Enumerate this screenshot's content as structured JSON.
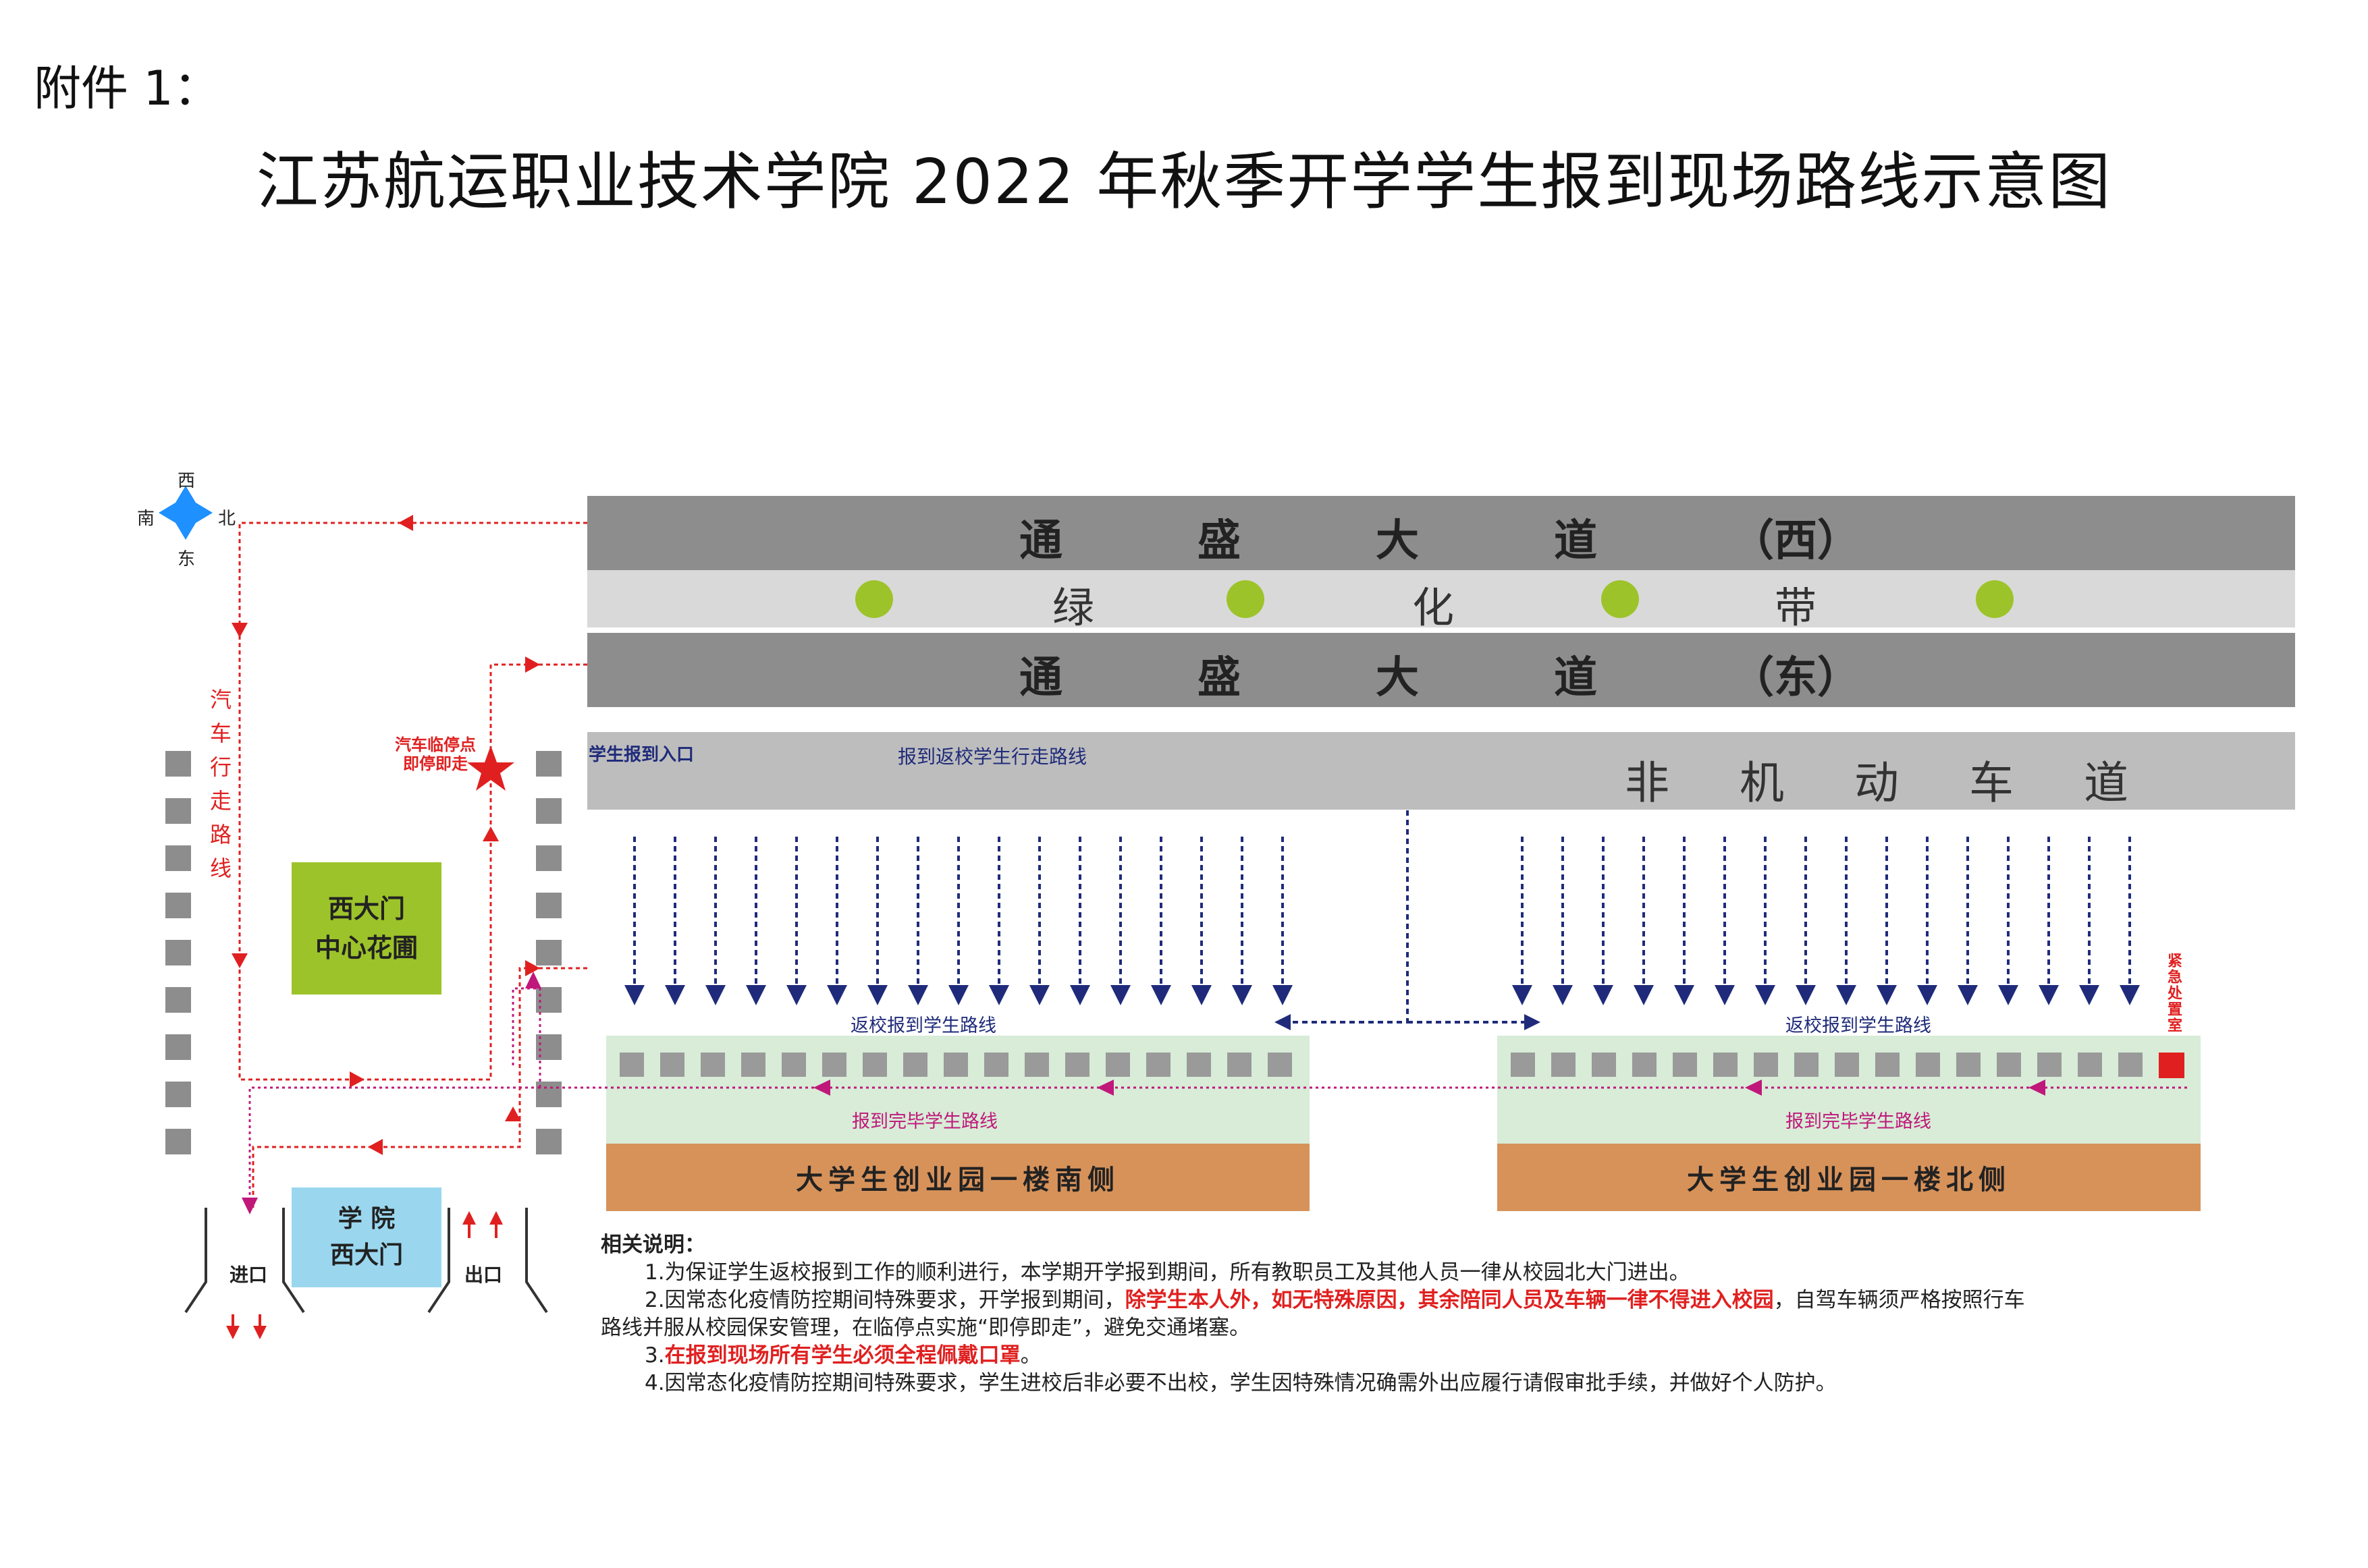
{
  "doc_label": "附件 1：",
  "title": "江苏航运职业技术学院 2022 年秋季开学学生报到现场路线示意图",
  "compass": {
    "west": "西",
    "south": "南",
    "north": "北",
    "east": "东"
  },
  "road_west": [
    "通",
    "盛",
    "大",
    "道",
    "（西）"
  ],
  "green_belt": [
    "绿",
    "化",
    "带"
  ],
  "road_east": [
    "通",
    "盛",
    "大",
    "道",
    "（东）"
  ],
  "non_motor_lane": [
    "非",
    "机",
    "动",
    "车",
    "道"
  ],
  "car_route_label": "汽车行走路线",
  "temp_stop_label": [
    "汽车临停点",
    "即停即走"
  ],
  "entrance_label": "学生报到入口",
  "walk_route_label": "报到返校学生行走路线",
  "return_route_label": "返校报到学生路线",
  "done_route_label": "报到完毕学生路线",
  "emergency_label": "紧急处置室",
  "garden": [
    "西大门",
    "中心花圃"
  ],
  "gate": [
    "学 院",
    "西大门"
  ],
  "entry_label": "进口",
  "exit_label": "出口",
  "building_south": "大学生创业园一楼南侧",
  "building_north": "大学生创业园一楼北侧",
  "notes": {
    "heading": "相关说明：",
    "line1": "1.为保证学生返校报到工作的顺利进行，本学期开学报到期间，所有教职员工及其他人员一律从校园北大门进出。",
    "line2_a": "2.因常态化疫情防控期间特殊要求，开学报到期间，",
    "line2_red": "除学生本人外，如无特殊原因，其余陪同人员及车辆一律不得进入校园",
    "line2_b": "，自驾车辆须严格按照行车",
    "line2_c": "路线并服从校园保安管理，在临停点实施“即停即走”，避免交通堵塞。",
    "line3_a": "3.",
    "line3_red": "在报到现场所有学生必须全程佩戴口罩",
    "line3_b": "。",
    "line4": "4.因常态化疫情防控期间特殊要求，学生进校后非必要不出校，学生因特殊情况确需外出应履行请假审批手续，并做好个人防护。"
  },
  "colors": {
    "road": "#8d8d8d",
    "belt": "#d9d9d9",
    "lane": "#bdbdbd",
    "green": "#9dc32a",
    "zone": "#d8ecd8",
    "building": "#d7925a",
    "gate": "#9ad7ef",
    "car_route": "#e02020",
    "student_route": "#1f2b7a",
    "done_route": "#c0187a",
    "compass": "#1e90ff"
  }
}
